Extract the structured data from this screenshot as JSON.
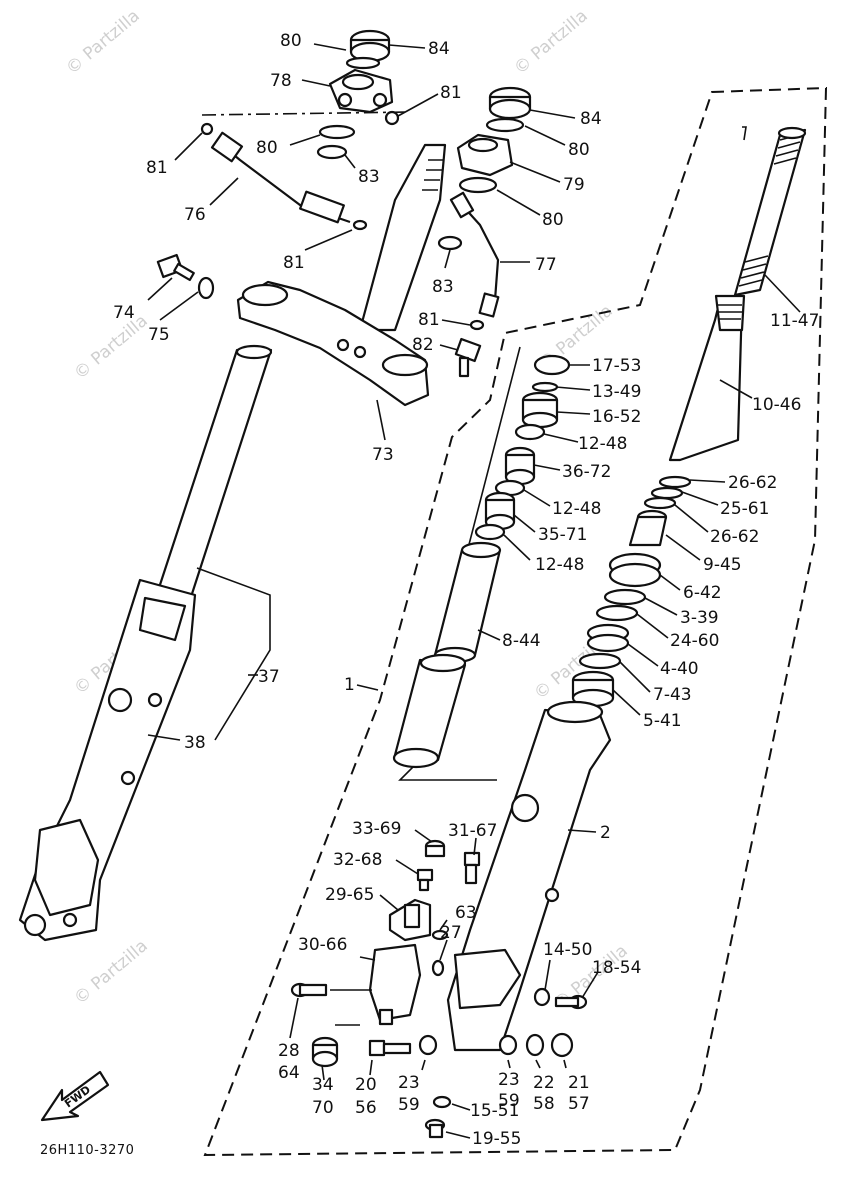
{
  "diagram_code": "26H110-3270",
  "watermark": "© Partzilla",
  "watermark_domain": "Partzilla.com",
  "fwd_label": "FWD",
  "callouts": [
    {
      "id": "c80a",
      "text": "80"
    },
    {
      "id": "c84a",
      "text": "84"
    },
    {
      "id": "c78",
      "text": "78"
    },
    {
      "id": "c81a",
      "text": "81"
    },
    {
      "id": "c84b",
      "text": "84"
    },
    {
      "id": "c80b",
      "text": "80"
    },
    {
      "id": "c80c",
      "text": "80"
    },
    {
      "id": "c81b",
      "text": "81"
    },
    {
      "id": "c83a",
      "text": "83"
    },
    {
      "id": "c79",
      "text": "79"
    },
    {
      "id": "c76",
      "text": "76"
    },
    {
      "id": "c80d",
      "text": "80"
    },
    {
      "id": "c81c",
      "text": "81"
    },
    {
      "id": "c83b",
      "text": "83"
    },
    {
      "id": "c77",
      "text": "77"
    },
    {
      "id": "c74",
      "text": "74"
    },
    {
      "id": "c75",
      "text": "75"
    },
    {
      "id": "c81d",
      "text": "81"
    },
    {
      "id": "c82",
      "text": "82"
    },
    {
      "id": "c73",
      "text": "73"
    },
    {
      "id": "c11",
      "text": "11-47"
    },
    {
      "id": "c17",
      "text": "17-53"
    },
    {
      "id": "c13",
      "text": "13-49"
    },
    {
      "id": "c10",
      "text": "10-46"
    },
    {
      "id": "c16",
      "text": "16-52"
    },
    {
      "id": "c12a",
      "text": "12-48"
    },
    {
      "id": "c36",
      "text": "36-72"
    },
    {
      "id": "c26a",
      "text": "26-62"
    },
    {
      "id": "c25",
      "text": "25-61"
    },
    {
      "id": "c12b",
      "text": "12-48"
    },
    {
      "id": "c26b",
      "text": "26-62"
    },
    {
      "id": "c35",
      "text": "35-71"
    },
    {
      "id": "c12c",
      "text": "12-48"
    },
    {
      "id": "c9",
      "text": "9-45"
    },
    {
      "id": "c6",
      "text": "6-42"
    },
    {
      "id": "c3",
      "text": "3-39"
    },
    {
      "id": "c8",
      "text": "8-44"
    },
    {
      "id": "c24",
      "text": "24-60"
    },
    {
      "id": "c4",
      "text": "4-40"
    },
    {
      "id": "c37",
      "text": "37"
    },
    {
      "id": "c1",
      "text": "1"
    },
    {
      "id": "c7",
      "text": "7-43"
    },
    {
      "id": "c5",
      "text": "5-41"
    },
    {
      "id": "c38",
      "text": "38"
    },
    {
      "id": "c31",
      "text": "31-67"
    },
    {
      "id": "c2",
      "text": "2"
    },
    {
      "id": "c33",
      "text": "33-69"
    },
    {
      "id": "c32",
      "text": "32-68"
    },
    {
      "id": "c29",
      "text": "29-65"
    },
    {
      "id": "c63",
      "text": "63"
    },
    {
      "id": "c27",
      "text": "27"
    },
    {
      "id": "c30",
      "text": "30-66"
    },
    {
      "id": "c14",
      "text": "14-50"
    },
    {
      "id": "c18",
      "text": "18-54"
    },
    {
      "id": "c28",
      "text": "28"
    },
    {
      "id": "c64",
      "text": "64"
    },
    {
      "id": "c34",
      "text": "34"
    },
    {
      "id": "c70",
      "text": "70"
    },
    {
      "id": "c20",
      "text": "20"
    },
    {
      "id": "c56",
      "text": "56"
    },
    {
      "id": "c23a",
      "text": "23"
    },
    {
      "id": "c59a",
      "text": "59"
    },
    {
      "id": "c23b",
      "text": "23"
    },
    {
      "id": "c59b",
      "text": "59"
    },
    {
      "id": "c22",
      "text": "22"
    },
    {
      "id": "c58",
      "text": "58"
    },
    {
      "id": "c21",
      "text": "21"
    },
    {
      "id": "c57",
      "text": "57"
    },
    {
      "id": "c15",
      "text": "15-51"
    },
    {
      "id": "c19",
      "text": "19-55"
    }
  ]
}
